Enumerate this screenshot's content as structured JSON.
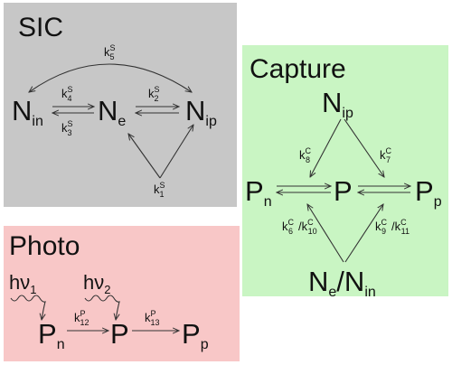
{
  "panels": {
    "sic": {
      "title": "SIC",
      "species": {
        "N_in": {
          "main": "N",
          "sub": "in"
        },
        "N_e": {
          "main": "N",
          "sub": "e"
        },
        "N_ip": {
          "main": "N",
          "sub": "ip"
        }
      },
      "rates": {
        "k5": {
          "main": "k",
          "sup": "S",
          "sub": "5"
        },
        "k4": {
          "main": "k",
          "sup": "S",
          "sub": "4"
        },
        "k3": {
          "main": "k",
          "sup": "S",
          "sub": "3"
        },
        "k2": {
          "main": "k",
          "sup": "S",
          "sub": "2"
        },
        "k1": {
          "main": "k",
          "sup": "S",
          "sub": "1"
        }
      },
      "color": "#c7c7c7"
    },
    "capture": {
      "title": "Capture",
      "species": {
        "N_ip": {
          "main": "N",
          "sub": "ip"
        },
        "P_n": {
          "main": "P",
          "sub": "n"
        },
        "P": {
          "main": "P"
        },
        "P_p": {
          "main": "P",
          "sub": "p"
        },
        "N_e_in": {
          "main1": "N",
          "sub1": "e",
          "sep": "/",
          "main2": "N",
          "sub2": "in"
        }
      },
      "rates": {
        "k8": {
          "main": "k",
          "sup": "C",
          "sub": "8"
        },
        "k7": {
          "main": "k",
          "sup": "C",
          "sub": "7"
        },
        "k6_k10": {
          "a_main": "k",
          "a_sup": "C",
          "a_sub": "6",
          "sep": "/",
          "b_main": "k",
          "b_sup": "C",
          "b_sub": "10"
        },
        "k9_k11": {
          "a_main": "k",
          "a_sup": "C",
          "a_sub": "9",
          "sep": "/",
          "b_main": "k",
          "b_sup": "C",
          "b_sub": "11"
        }
      },
      "color": "#c9f5c3"
    },
    "photo": {
      "title": "Photo",
      "photons": [
        {
          "main": "hν",
          "sub": "1"
        },
        {
          "main": "hν",
          "sub": "2"
        }
      ],
      "species": {
        "P_n": {
          "main": "P",
          "sub": "n"
        },
        "P": {
          "main": "P"
        },
        "P_p": {
          "main": "P",
          "sub": "p"
        }
      },
      "rates": {
        "k12": {
          "main": "k",
          "sup": "P",
          "sub": "12"
        },
        "k13": {
          "main": "k",
          "sup": "P",
          "sub": "13"
        }
      },
      "color": "#f8c7c7"
    }
  }
}
